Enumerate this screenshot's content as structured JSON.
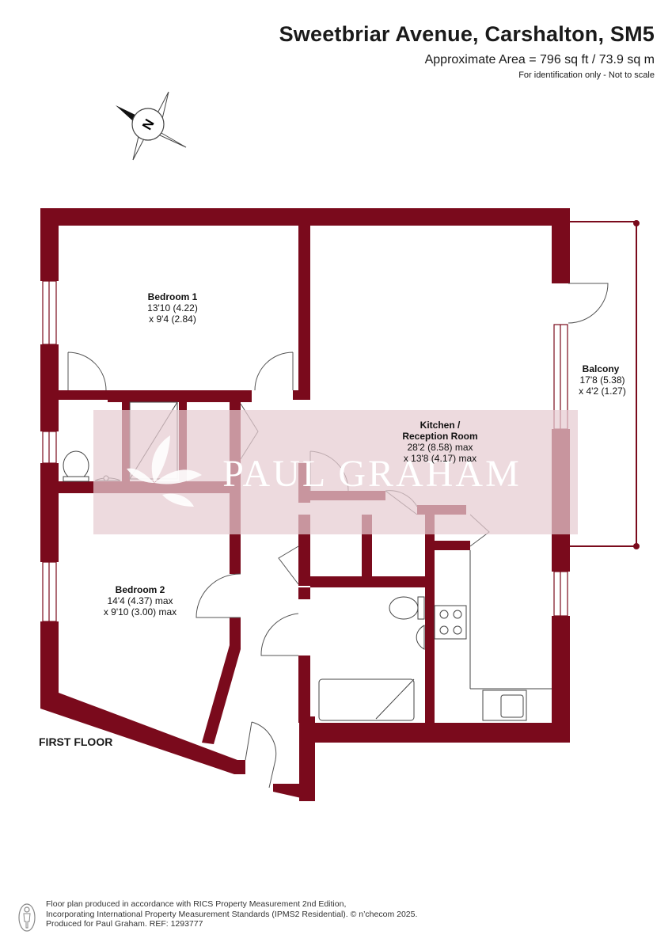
{
  "header": {
    "title": "Sweetbriar Avenue, Carshalton, SM5",
    "area": "Approximate Area = 796 sq ft / 73.9 sq m",
    "note": "For identification only - Not to scale"
  },
  "compass": {
    "label": "N",
    "icon": "compass-icon"
  },
  "rooms": {
    "bedroom1": {
      "name": "Bedroom 1",
      "dim1": "13'10 (4.22)",
      "dim2": "x 9'4 (2.84)"
    },
    "kitchen": {
      "name1": "Kitchen /",
      "name2": "Reception Room",
      "dim1": "28'2 (8.58) max",
      "dim2": "x 13'8 (4.17) max"
    },
    "balcony": {
      "name": "Balcony",
      "dim1": "17'8 (5.38)",
      "dim2": "x 4'2 (1.27)"
    },
    "bedroom2": {
      "name": "Bedroom 2",
      "dim1": "14'4 (4.37) max",
      "dim2": "x 9'10 (3.00) max"
    }
  },
  "floor_label": "FIRST FLOOR",
  "watermark": "PAUL GRAHAM",
  "footer": {
    "line1": "Floor plan produced in accordance with RICS Property Measurement 2nd Edition,",
    "line2": "Incorporating International Property Measurement Standards (IPMS2 Residential).  © n’checom 2025.",
    "line3": "Produced for Paul Graham.   REF: 1293777"
  },
  "colors": {
    "wall": "#7a0a1c",
    "watermark_bg": "#e6ccd1",
    "text": "#1a1a1a"
  }
}
